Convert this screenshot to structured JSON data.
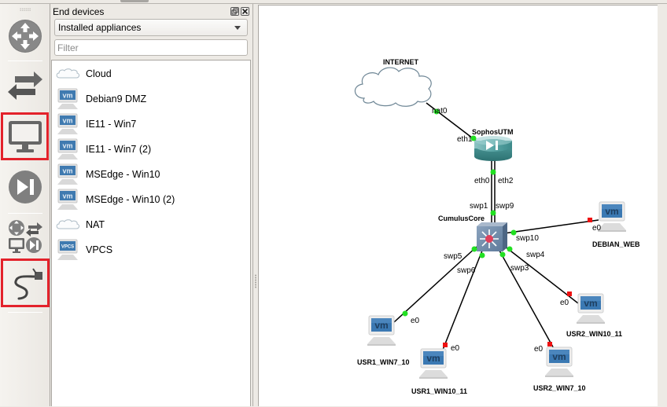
{
  "dock": {
    "title": "End devices",
    "category_select": "Installed appliances",
    "filter_placeholder": "Filter",
    "filter_value": "",
    "items": [
      {
        "label": "Cloud",
        "icon": "cloud-icon"
      },
      {
        "label": "Debian9 DMZ",
        "icon": "vm-computer-icon"
      },
      {
        "label": "IE11 - Win7",
        "icon": "vm-computer-icon"
      },
      {
        "label": "IE11 - Win7 (2)",
        "icon": "vm-computer-icon"
      },
      {
        "label": "MSEdge - Win10",
        "icon": "vm-computer-icon"
      },
      {
        "label": "MSEdge - Win10 (2)",
        "icon": "vm-computer-icon"
      },
      {
        "label": "NAT",
        "icon": "cloud-icon"
      },
      {
        "label": "VPCS",
        "icon": "vpcs-computer-icon"
      }
    ]
  },
  "toolbar": {
    "buttons": [
      {
        "name": "routers",
        "icon": "router-icon",
        "highlighted": false
      },
      {
        "name": "switches",
        "icon": "switch-arrows-icon",
        "highlighted": false
      },
      {
        "name": "end-devices",
        "icon": "monitor-icon",
        "highlighted": true
      },
      {
        "name": "security-devices",
        "icon": "play-pause-icon",
        "highlighted": false
      },
      {
        "name": "all-devices",
        "icon": "all-devices-icon",
        "highlighted": false
      },
      {
        "name": "add-link",
        "icon": "cable-icon",
        "highlighted": true
      }
    ]
  },
  "topology": {
    "nodes": {
      "internet": {
        "label": "INTERNET",
        "type": "cloud"
      },
      "sophos": {
        "label": "SophosUTM",
        "type": "firewall"
      },
      "core": {
        "label": "CumulusCore",
        "type": "switch"
      },
      "debian_web": {
        "label": "DEBIAN_WEB",
        "type": "vm"
      },
      "usr1_win7": {
        "label": "USR1_WIN7_10",
        "type": "vm"
      },
      "usr1_win10": {
        "label": "USR1_WIN10_11",
        "type": "vm"
      },
      "usr2_win7": {
        "label": "USR2_WIN7_10",
        "type": "vm"
      },
      "usr2_win10": {
        "label": "USR2_WIN10_11",
        "type": "vm"
      }
    },
    "ports": {
      "nat0": "nat0",
      "eth1": "eth1",
      "eth0": "eth0",
      "eth2": "eth2",
      "swp1": "swp1",
      "swp9": "swp9",
      "swp10": "swp10",
      "swp5": "swp5",
      "swp6": "swp6",
      "swp3": "swp3",
      "swp4": "swp4",
      "e0": "e0"
    },
    "link_status_colors": {
      "up": "#22e022",
      "down": "#ee1111"
    },
    "links": [
      {
        "from": "internet:nat0",
        "to": "sophos:eth1",
        "status": [
          "up",
          "up"
        ]
      },
      {
        "from": "sophos:eth0",
        "to": "core:swp1",
        "status": [
          "up",
          "up"
        ]
      },
      {
        "from": "sophos:eth2",
        "to": "core:swp9",
        "status": [
          "up",
          "up"
        ]
      },
      {
        "from": "core:swp10",
        "to": "debian_web:e0",
        "status": [
          "up",
          "down"
        ]
      },
      {
        "from": "core:swp5",
        "to": "usr1_win7:e0",
        "status": [
          "up",
          "up"
        ]
      },
      {
        "from": "core:swp6",
        "to": "usr1_win10:e0",
        "status": [
          "up",
          "down"
        ]
      },
      {
        "from": "core:swp3",
        "to": "usr2_win7:e0",
        "status": [
          "up",
          "down"
        ]
      },
      {
        "from": "core:swp4",
        "to": "usr2_win10:e0",
        "status": [
          "up",
          "down"
        ]
      }
    ]
  }
}
